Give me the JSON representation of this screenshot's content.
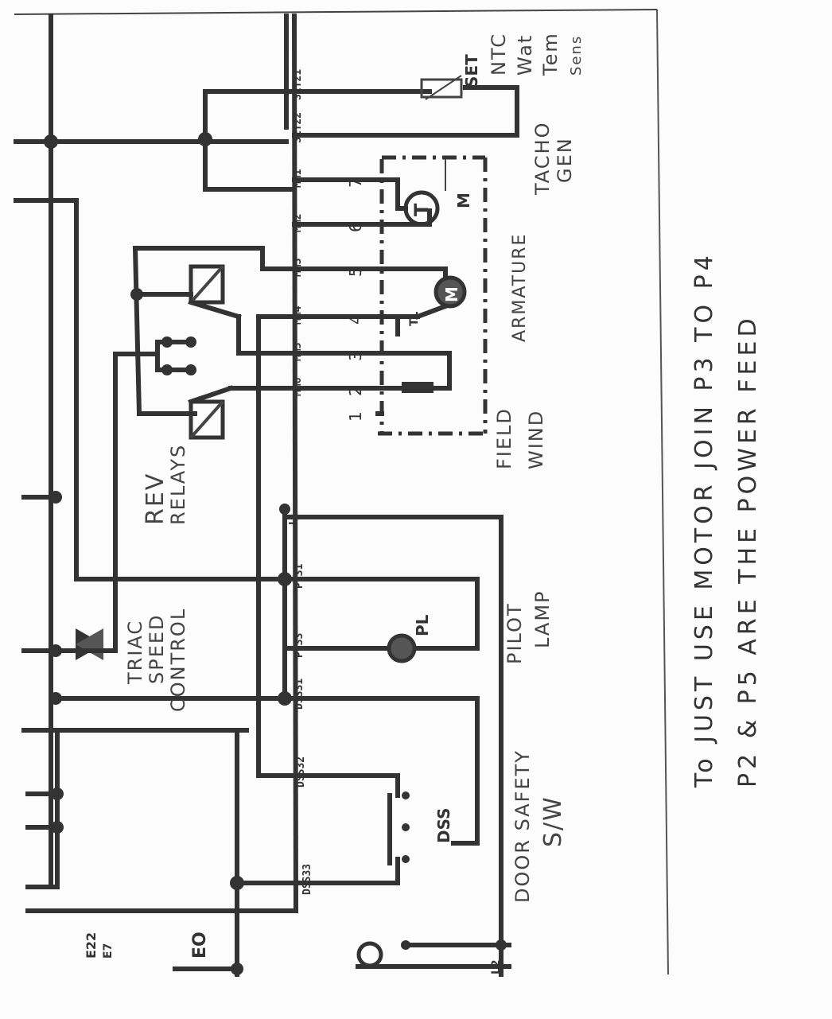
{
  "wire_labels": {
    "set1": "SET21",
    "set2": "SET22",
    "mm1": "MM1",
    "mm2": "MM2",
    "mm3": "MM3",
    "mm4": "MM4",
    "mm5": "MM5",
    "mm6": "MM6",
    "pl1": "PL31",
    "pl2": "PL33",
    "ds1": "DSS31",
    "ds2": "DSS32",
    "ds3": "DSS33"
  },
  "terminals": {
    "t7": "7",
    "t6": "6",
    "t5": "5",
    "t4": "4",
    "t3": "3",
    "t2": "2",
    "t1": "1"
  },
  "components": {
    "set": "SET",
    "motor": "M",
    "tacho": "T",
    "motor_frame": "M",
    "tl": "TL",
    "pilot_lamp": "PL",
    "dss": "DSS",
    "ll": "L1",
    "bottom_code1": "E22",
    "bottom_code2": "E7",
    "bottom_eo": "EO",
    "bottom_l2": "L2"
  },
  "annotations": {
    "ntc_1": "NTC",
    "ntc_2": "Wat",
    "ntc_3": "Tem",
    "ntc_4": "Sens",
    "tacho_1": "TACHO",
    "tacho_2": "GEN",
    "armature": "ARMATURE",
    "field_1": "FIELD",
    "field_2": "WIND",
    "rev_1": "REV",
    "rev_2": "RELAYS",
    "triac_1": "TRIAC",
    "triac_2": "SPEED",
    "triac_3": "CONTROL",
    "pilot_1": "PILOT",
    "pilot_2": "LAMP",
    "door_1": "DOOR SAFETY",
    "door_2": "S/W"
  },
  "note": {
    "line1": "To JUST USE MOTOR   JOIN P3 TO P4",
    "line2": "P2 & P5 ARE THE POWER FEED"
  }
}
